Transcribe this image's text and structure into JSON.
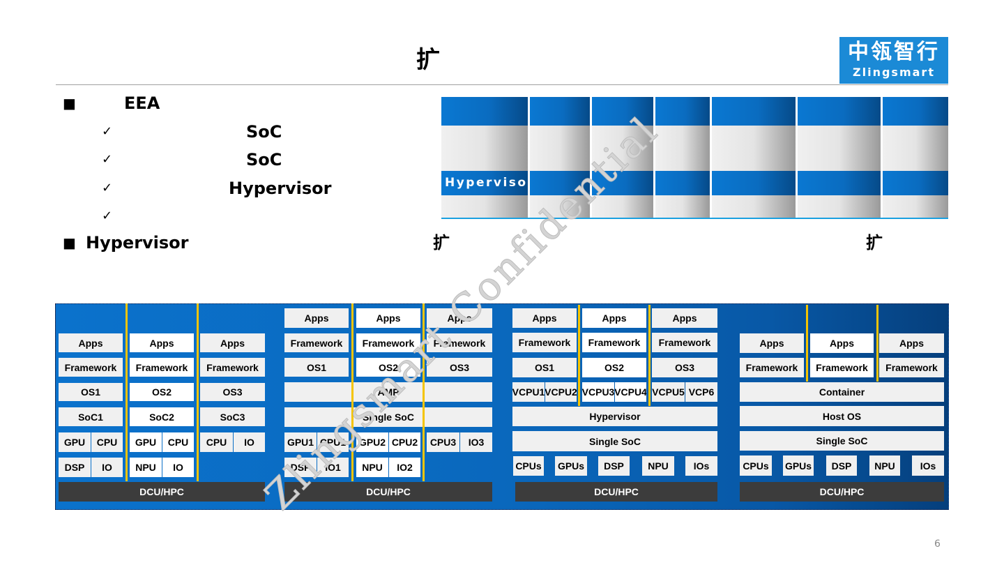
{
  "header": {
    "title": "扩",
    "logo_cn": "中瓴智行",
    "logo_en": "Zlingsmart"
  },
  "bullets": {
    "b1_marker": "■",
    "b1_text": "EEA",
    "check": "✓",
    "c1_text": "SoC",
    "c2_text": "SoC",
    "c3_text": "Hypervisor",
    "b2_marker": "■",
    "b2_text": "Hypervisor",
    "b2_frag1": "扩",
    "b2_frag2": "扩"
  },
  "table": {
    "hypervisor_label": "Hypervisor"
  },
  "diagram": {
    "sections": [
      {
        "boxes": [
          "Apps",
          "Apps",
          "Apps",
          "Framework",
          "Framework",
          "Framework",
          "OS1",
          "OS2",
          "OS3",
          "SoC1",
          "SoC2",
          "SoC3",
          "GPU",
          "CPU",
          "GPU",
          "CPU",
          "CPU",
          "IO",
          "DSP",
          "IO",
          "NPU",
          "IO",
          "DCU/HPC"
        ]
      },
      {
        "boxes": [
          "Apps",
          "Apps",
          "Apps",
          "Framework",
          "Framework",
          "Framework",
          "OS1",
          "OS2",
          "OS3",
          "AMP",
          "Single SoC",
          "GPU1",
          "CPU1",
          "GPU2",
          "CPU2",
          "CPU3",
          "IO3",
          "DSP",
          "IO1",
          "NPU",
          "IO2",
          "DCU/HPC"
        ]
      },
      {
        "boxes": [
          "Apps",
          "Apps",
          "Apps",
          "Framework",
          "Framework",
          "Framework",
          "OS1",
          "OS2",
          "OS3",
          "VCPU1",
          "VCPU2",
          "VCPU3",
          "VCPU4",
          "VCPU5",
          "VCP6",
          "Hypervisor",
          "Single SoC",
          "CPUs",
          "GPUs",
          "DSP",
          "NPU",
          "IOs",
          "DCU/HPC"
        ]
      },
      {
        "boxes": [
          "Apps",
          "Apps",
          "Apps",
          "Framework",
          "Framework",
          "Framework",
          "Container",
          "Host OS",
          "Single SoC",
          "CPUs",
          "GPUs",
          "DSP",
          "NPU",
          "IOs",
          "DCU/HPC"
        ]
      }
    ]
  },
  "colors": {
    "accent_blue": "#0a6fc8",
    "divider_yellow": "#f5c400",
    "dcu_dark": "#3c3c3c",
    "logo_blue": "#1b8ad6"
  },
  "watermark": "Zlingsmart Confidential",
  "page_number": "6"
}
